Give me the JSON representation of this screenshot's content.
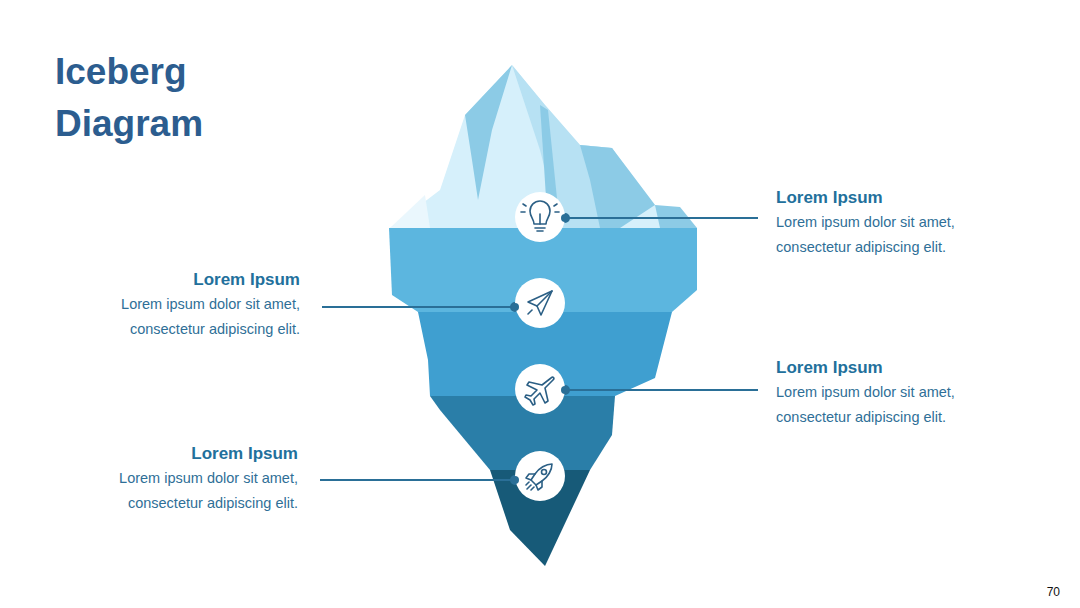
{
  "diagram": {
    "title": "Iceberg Diagram",
    "labels": [
      "Lorem Ipsum",
      "Lorem ipsum dolor sit amet, consectetur adipiscing elit.",
      "Lorem Ipsum",
      "Lorem ipsum dolor sit amet, consectetur adipiscing elit.",
      "Lorem Ipsum",
      "Lorem ipsum dolor sit amet, consectetur adipiscing elit.",
      "Lorem Ipsum",
      "Lorem ipsum dolor sit amet, consectetur adipiscing elit.",
      "70"
    ]
  }
}
